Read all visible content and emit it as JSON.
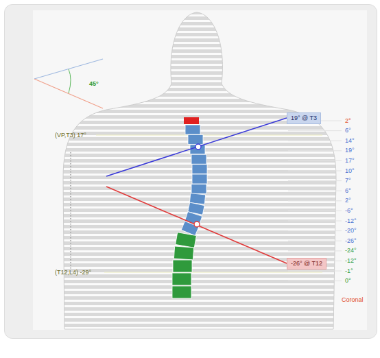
{
  "diagram": {
    "nodes": [
      {
        "text": [
          "19° @ T3"
        ]
      },
      {
        "text": [
          "-26° @ T12"
        ]
      }
    ],
    "labels": [
      "45°",
      "(VP,T3) 17°",
      "(T12,L4) -29°",
      "2°",
      "6°",
      "14°",
      "19°",
      "17°",
      "10°",
      "7°",
      "6°",
      "2°",
      "-6°",
      "-12°",
      "-20°",
      "-26°",
      "-24°",
      "-12°",
      "-1°",
      "0°",
      "Coronal"
    ]
  }
}
